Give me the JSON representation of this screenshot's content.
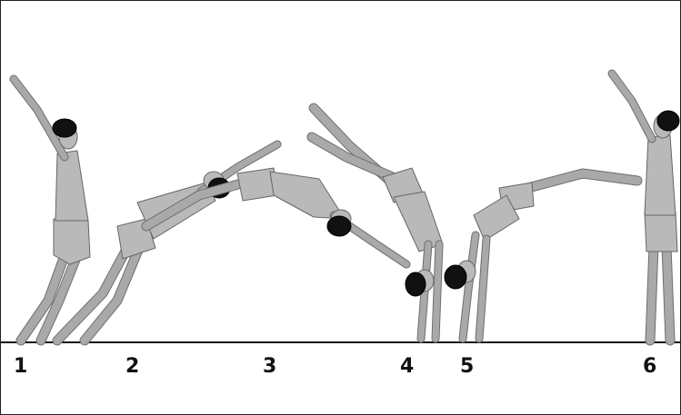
{
  "steps": [
    {
      "label": "1"
    },
    {
      "label": "2"
    },
    {
      "label": "3"
    },
    {
      "label": "4"
    },
    {
      "label": "5"
    },
    {
      "label": "6"
    }
  ],
  "icons": {
    "figure": "gymnast-figure",
    "ground": "floor-line"
  },
  "colors": {
    "figure": "#b9b9b9",
    "hair": "#111111",
    "ground": "#111111",
    "text": "#111111"
  }
}
